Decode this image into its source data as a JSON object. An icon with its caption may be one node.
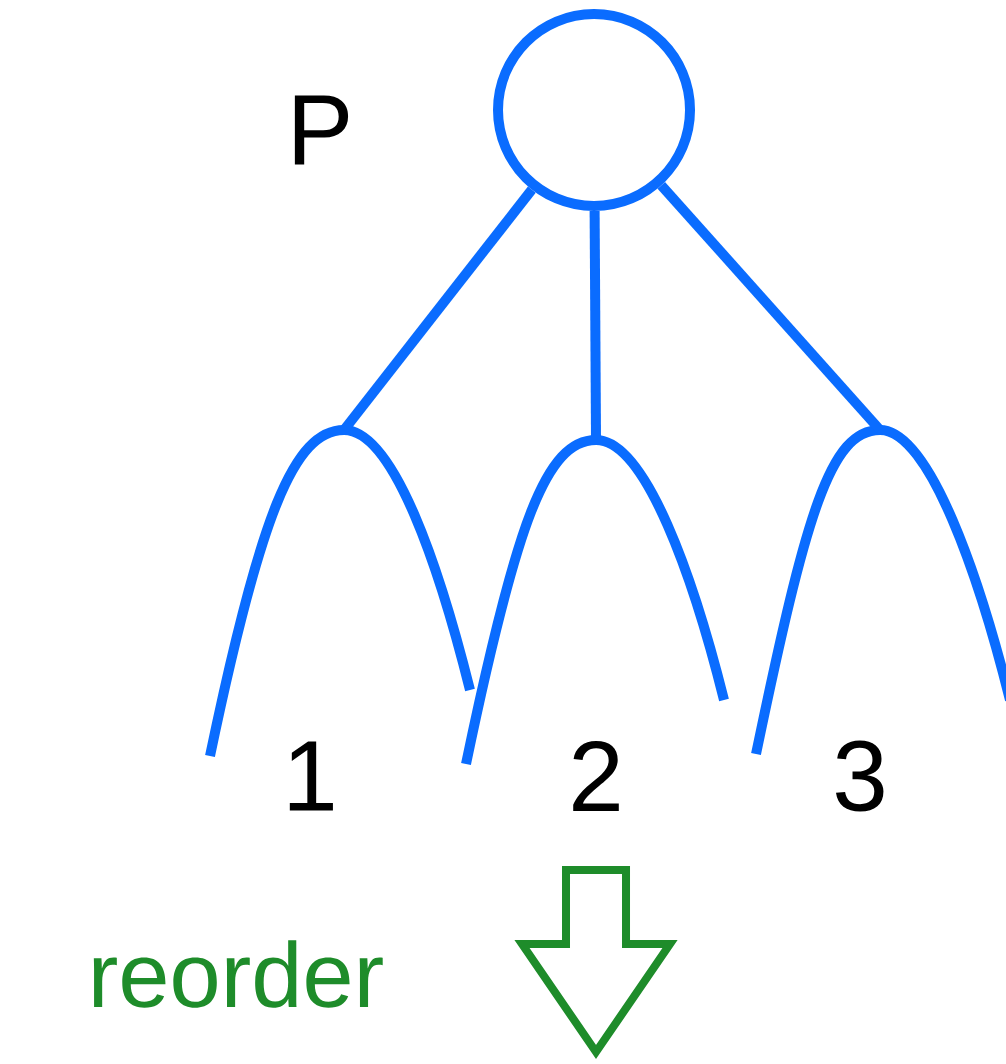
{
  "diagram": {
    "nodes": [
      {
        "text": [],
        "shape": "circle",
        "beside": [
          "P"
        ]
      },
      {
        "text": [
          "1"
        ]
      },
      {
        "text": [
          "2"
        ]
      },
      {
        "text": [
          "3"
        ]
      }
    ],
    "edges": [
      {
        "from": 0,
        "to": 1,
        "arrow": "none"
      },
      {
        "from": 0,
        "to": 2,
        "arrow": "none"
      },
      {
        "from": 0,
        "to": 3,
        "arrow": "none"
      }
    ],
    "labels": [
      "reorder"
    ]
  }
}
